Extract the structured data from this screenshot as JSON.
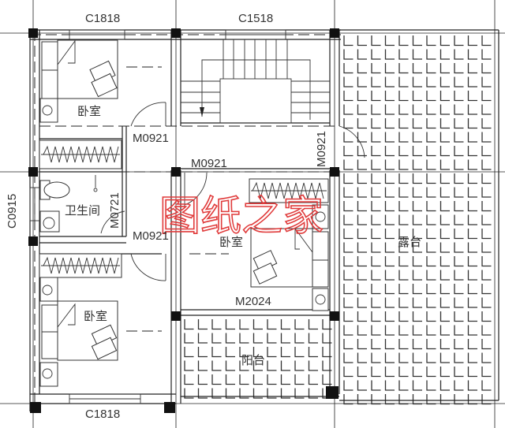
{
  "drawing": {
    "type": "architectural floor plan",
    "watermark": "图纸之家",
    "watermark_color": "#e03b3b",
    "line_color": "#222222",
    "background": "#ffffff"
  },
  "windows": {
    "top_left": "C1818",
    "top_middle": "C1518",
    "bottom_left": "C1818",
    "left_side": "C0915"
  },
  "doors": {
    "bedroom_top": "M0921",
    "bedroom_center": "M0921",
    "terrace_door": "M0921",
    "bathroom": "M0721",
    "bedroom_bottom": "M0921",
    "balcony_sliding": "M2024"
  },
  "rooms": {
    "bedroom_top": "卧室",
    "bathroom": "卫生间",
    "bedroom_center": "卧室",
    "bedroom_bottom": "卧室",
    "terrace": "露台",
    "balcony": "阳台"
  }
}
